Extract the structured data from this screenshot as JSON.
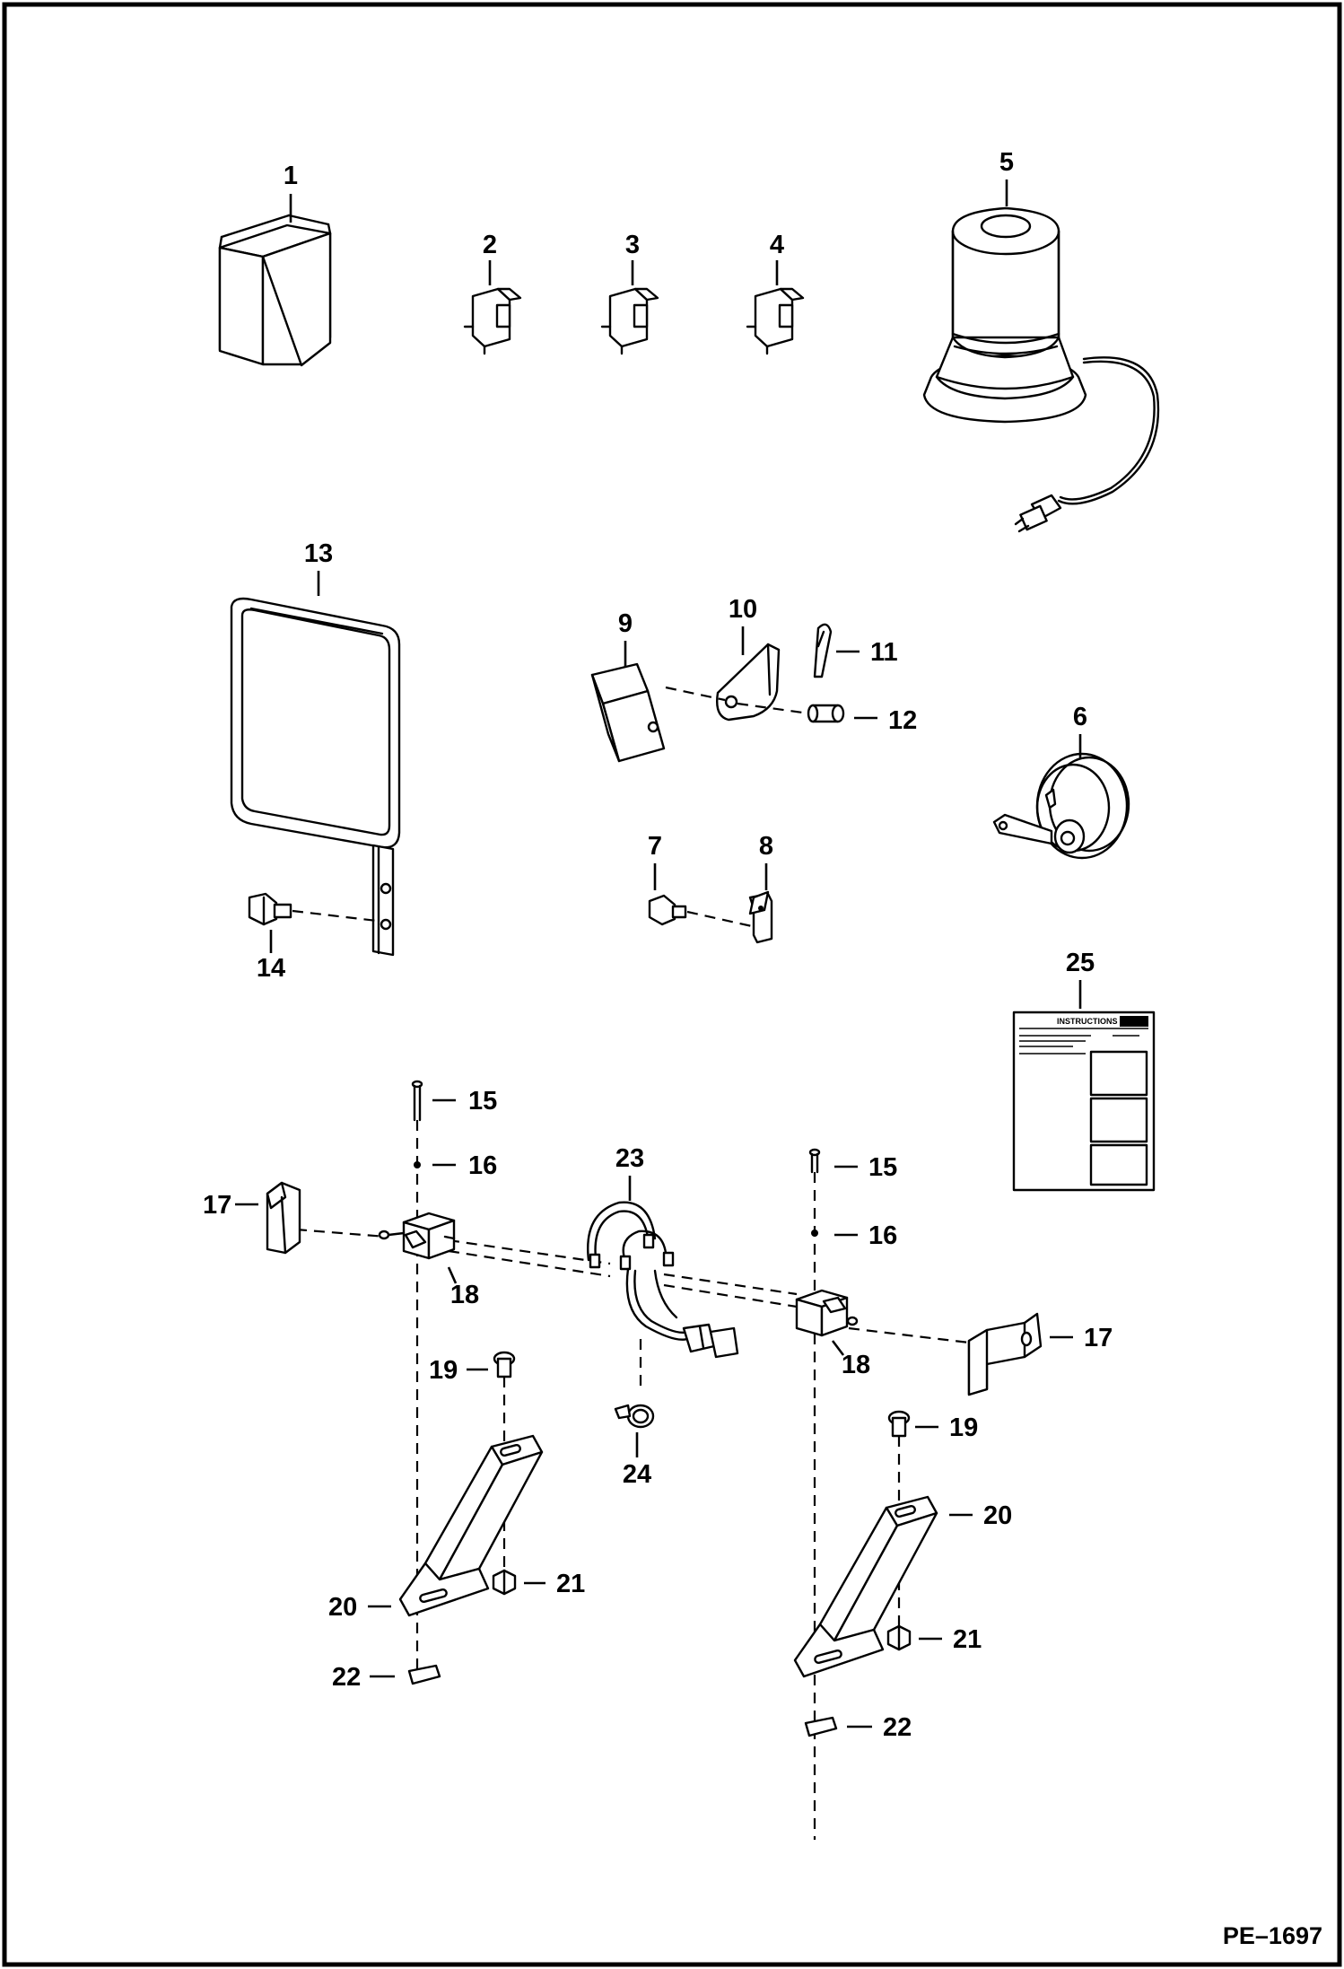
{
  "diagram_code": "PE–1697",
  "callouts": {
    "c1": "1",
    "c2": "2",
    "c3": "3",
    "c4": "4",
    "c5": "5",
    "c6": "6",
    "c7": "7",
    "c8": "8",
    "c9": "9",
    "c10": "10",
    "c11": "11",
    "c12": "12",
    "c13": "13",
    "c14": "14",
    "c15a": "15",
    "c15b": "15",
    "c16a": "16",
    "c16b": "16",
    "c17a": "17",
    "c17b": "17",
    "c18a": "18",
    "c18b": "18",
    "c19a": "19",
    "c19b": "19",
    "c20a": "20",
    "c20b": "20",
    "c21a": "21",
    "c21b": "21",
    "c22a": "22",
    "c22b": "22",
    "c23": "23",
    "c24": "24",
    "c25": "25"
  },
  "decal": {
    "heading": "INSTRUCTIONS"
  }
}
